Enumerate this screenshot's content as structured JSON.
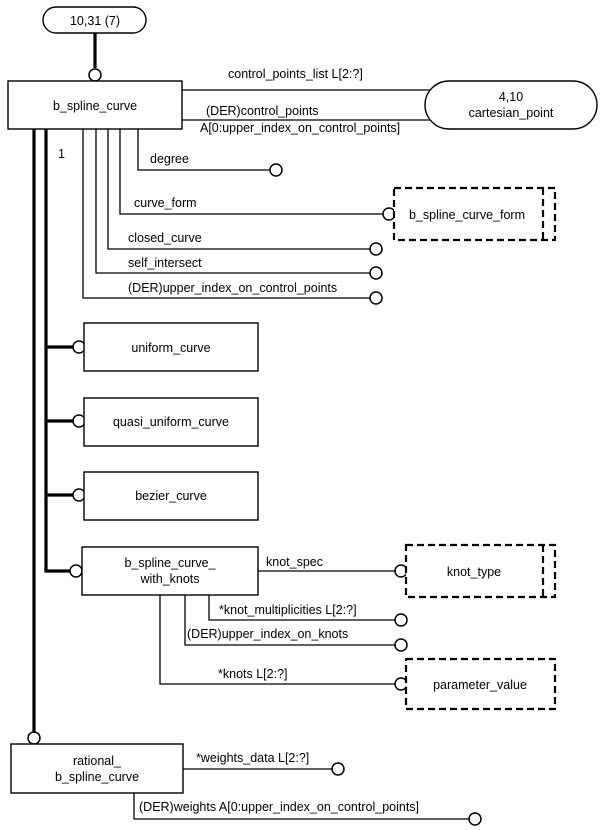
{
  "diagram": {
    "type": "EXPRESS-G",
    "page_ref": "10,31 (7)",
    "entities": {
      "b_spline_curve": "b_spline_curve",
      "uniform_curve": "uniform_curve",
      "quasi_uniform_curve": "quasi_uniform_curve",
      "bezier_curve": "bezier_curve",
      "b_spline_curve_with_knots_line1": "b_spline_curve_",
      "b_spline_curve_with_knots_line2": "with_knots",
      "rational_line1": "rational_",
      "rational_line2": "b_spline_curve"
    },
    "external_ref": {
      "ref": "4,10",
      "name": "cartesian_point"
    },
    "types": {
      "b_spline_curve_form": "b_spline_curve_form",
      "knot_type": "knot_type",
      "parameter_value": "parameter_value"
    },
    "supertype_cardinality": "1",
    "attributes": {
      "control_points_list": "control_points_list L[2:?]",
      "control_points_line1": "(DER)control_points",
      "control_points_line2": "A[0:upper_index_on_control_points]",
      "degree": "degree",
      "curve_form": "curve_form",
      "closed_curve": "closed_curve",
      "self_intersect": "self_intersect",
      "upper_index_on_control_points": "(DER)upper_index_on_control_points",
      "knot_spec": "knot_spec",
      "knot_multiplicities": "*knot_multiplicities L[2:?]",
      "upper_index_on_knots": "(DER)upper_index_on_knots",
      "knots": "*knots L[2:?]",
      "weights_data": "*weights_data L[2:?]",
      "weights": "(DER)weights A[0:upper_index_on_control_points]"
    }
  }
}
